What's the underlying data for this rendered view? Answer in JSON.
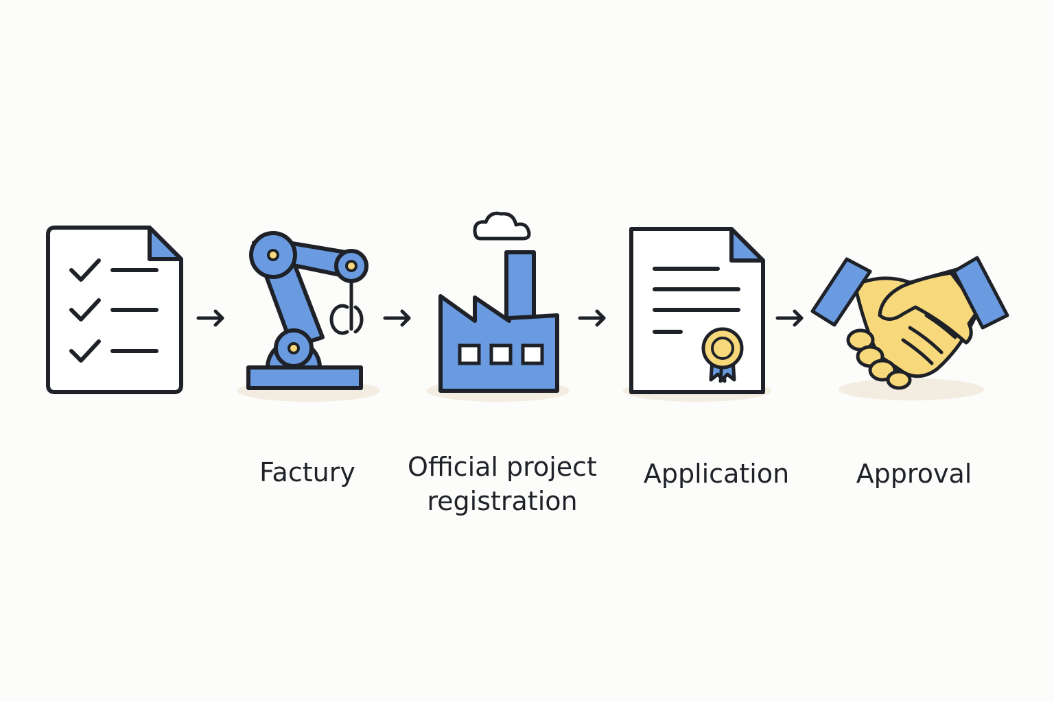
{
  "colors": {
    "accent_blue": "#6a9be0",
    "accent_yellow": "#f7d87a",
    "outline": "#1e2228",
    "shadow": "#f3ece0",
    "background": "#fcfcfa"
  },
  "steps": [
    {
      "icon": "checklist-document-icon",
      "label": ""
    },
    {
      "icon": "robotic-arm-icon",
      "label": "Factury"
    },
    {
      "icon": "factory-icon",
      "label": "Official project registration"
    },
    {
      "icon": "certificate-document-icon",
      "label": "Application"
    },
    {
      "icon": "handshake-icon",
      "label": "Approval"
    }
  ]
}
